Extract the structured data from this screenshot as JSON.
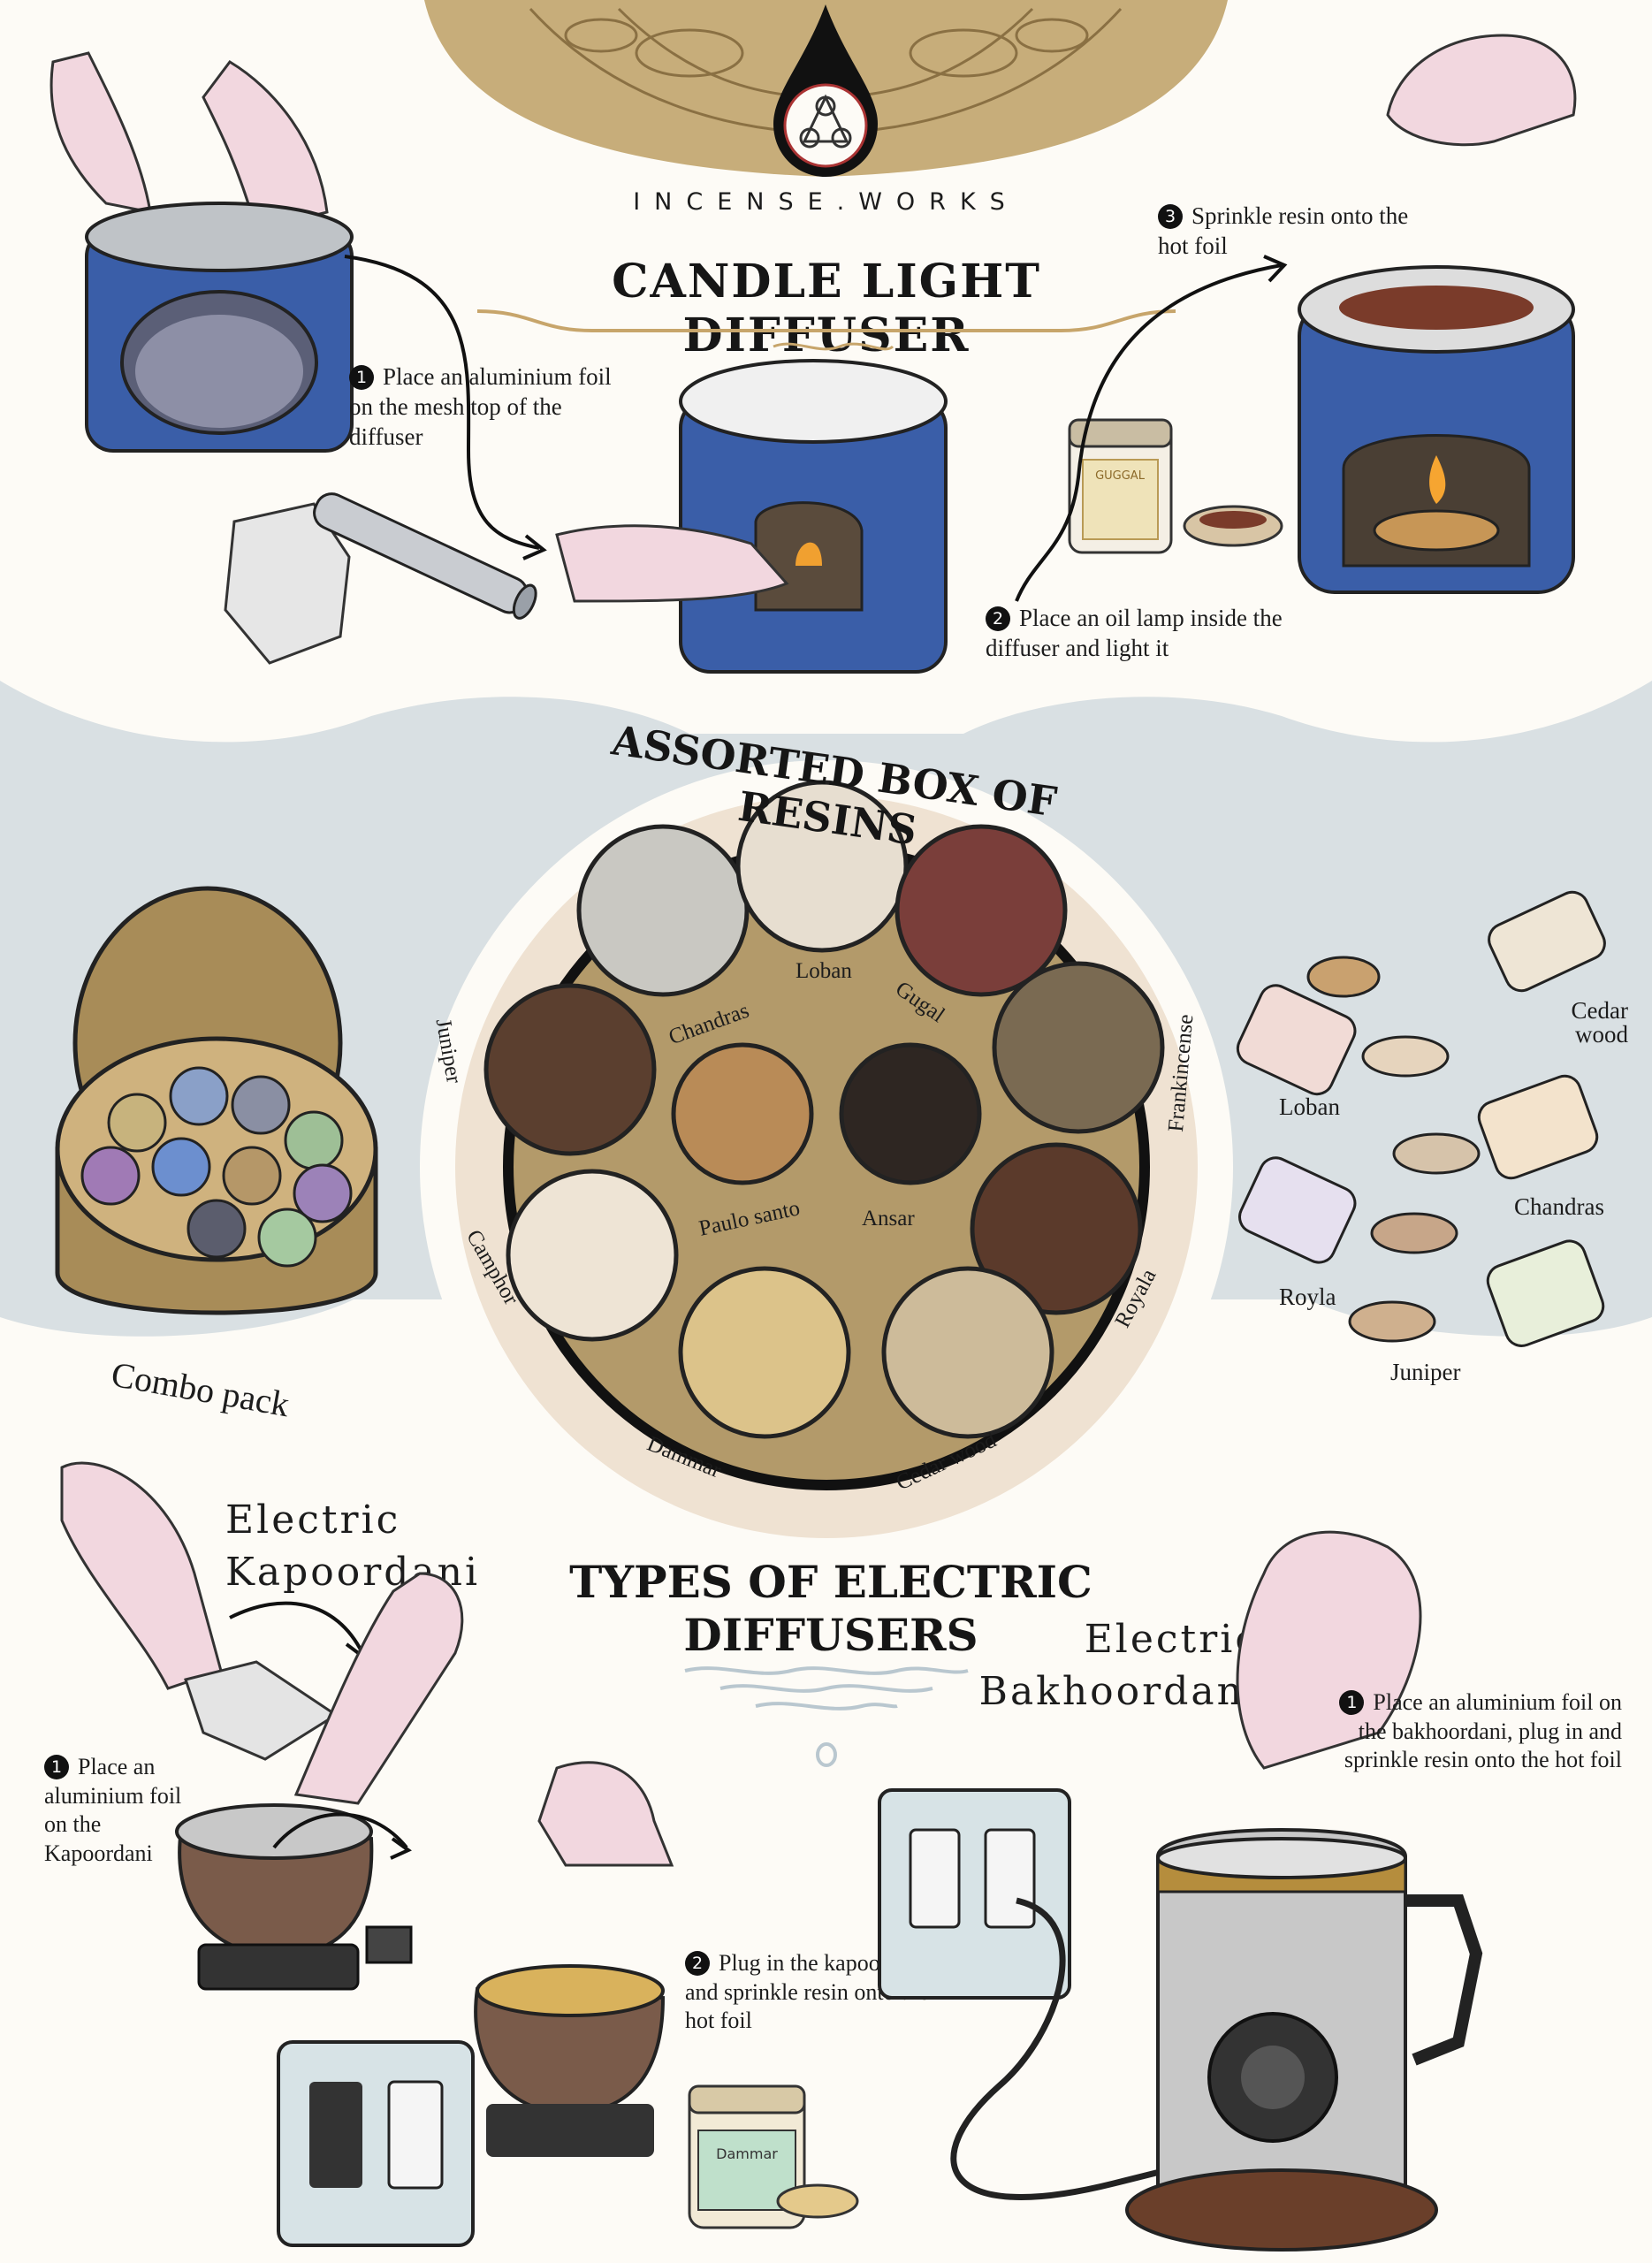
{
  "brand": {
    "name": "INCENSE.WORKS"
  },
  "candle_section": {
    "title": "Candle Light Diffuser",
    "steps": [
      {
        "number": "1",
        "text": "Place an aluminium foil on the mesh top of the diffuser"
      },
      {
        "number": "2",
        "text": "Place an oil lamp inside the diffuser and light it"
      },
      {
        "number": "3",
        "text": "Sprinkle resin onto the hot foil"
      }
    ],
    "jar_label": "GUGGAL"
  },
  "resins_section": {
    "title": "Assorted Box of Resins",
    "inner_labels": [
      "Chandras",
      "Loban",
      "Gugal",
      "Paulo santo",
      "Ansar"
    ],
    "outer_labels": [
      "Juniper",
      "Frankincense",
      "Camphor",
      "Royala",
      "Dammar",
      "Cedar wood"
    ],
    "combo_label": "Combo pack",
    "jar_labels": [
      "Cedar wood",
      "Loban",
      "Chandras",
      "Royla",
      "Juniper"
    ]
  },
  "electric_section": {
    "title_line1": "Types of Electric",
    "title_line2": "Diffusers",
    "kapoordani": {
      "title": "Electric Kapoordani",
      "steps": [
        {
          "number": "1",
          "text": "Place an aluminium foil on the Kapoordani"
        },
        {
          "number": "2",
          "text": "Plug in the kapoordani and sprinkle resin onto the hot foil"
        }
      ],
      "jar_label": "Dammar"
    },
    "bakhoordani": {
      "title": "Electric Bakhoordani",
      "steps": [
        {
          "number": "1",
          "text": "Place an aluminium foil on the bakhoordani, plug in and sprinkle resin onto the hot foil"
        }
      ]
    }
  },
  "colors": {
    "background": "#fdfbf6",
    "band": "#d9e0e3",
    "gold": "#c7ad7a",
    "diffuser_blue": "#3a5ea8",
    "burlap": "#a88c58",
    "skin": "#f2d7df",
    "circle_bg": "#efe2d2"
  }
}
